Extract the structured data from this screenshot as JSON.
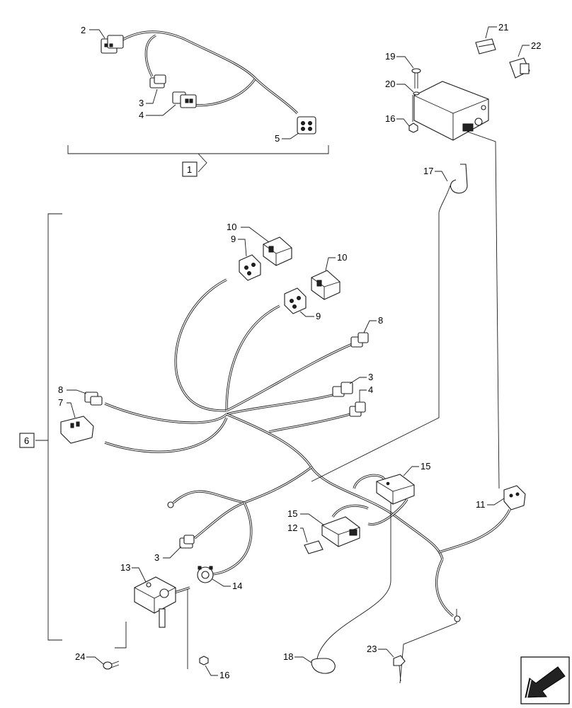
{
  "callouts": {
    "c1": "1",
    "c2": "2",
    "c3a": "3",
    "c4a": "4",
    "c5": "5",
    "c6": "6",
    "c7": "7",
    "c8a": "8",
    "c8b": "8",
    "c9a": "9",
    "c9b": "9",
    "c10a": "10",
    "c10b": "10",
    "c3b": "3",
    "c4b": "4",
    "c3c": "3",
    "c11": "11",
    "c12": "12",
    "c13": "13",
    "c14": "14",
    "c15a": "15",
    "c15b": "15",
    "c16a": "16",
    "c16b": "16",
    "c17": "17",
    "c18": "18",
    "c19": "19",
    "c20": "20",
    "c21": "21",
    "c22": "22",
    "c23": "23",
    "c24": "24"
  },
  "icons": {
    "nav": "arrow-navigation-icon"
  }
}
